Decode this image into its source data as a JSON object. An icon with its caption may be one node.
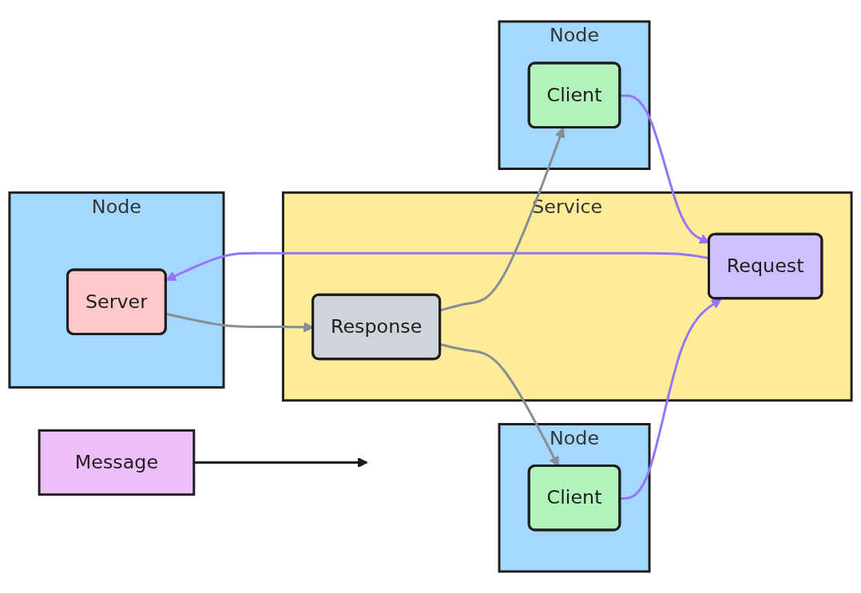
{
  "diagram": {
    "nodes": [
      {
        "text": [
          "Node"
        ]
      },
      {
        "text": [
          "Server"
        ],
        "in": 0
      },
      {
        "text": [
          "Node"
        ]
      },
      {
        "text": [
          "Client"
        ],
        "in": 2
      },
      {
        "text": [
          "Service"
        ]
      },
      {
        "text": [
          "Request"
        ],
        "in": 4
      },
      {
        "text": [
          "Response"
        ],
        "in": 4
      },
      {
        "text": [
          "Node"
        ]
      },
      {
        "text": [
          "Client"
        ],
        "in": 7
      },
      {
        "text": [
          "Message"
        ]
      }
    ],
    "edges": [
      {
        "from": 1,
        "to": 6,
        "arrow": "to",
        "color": "#868e96"
      },
      {
        "from": 5,
        "to": 1,
        "arrow": "to",
        "color": "#9775fa"
      },
      {
        "from": 3,
        "to": 5,
        "arrow": "to",
        "color": "#9775fa"
      },
      {
        "from": 6,
        "to": 3,
        "arrow": "to",
        "color": "#868e96"
      },
      {
        "from": 8,
        "to": 5,
        "arrow": "to",
        "color": "#9775fa"
      },
      {
        "from": 6,
        "to": 8,
        "arrow": "to",
        "color": "#868e96"
      },
      {
        "from": 9,
        "to": null,
        "arrow": "to",
        "color": "#1e1e1e"
      }
    ]
  }
}
